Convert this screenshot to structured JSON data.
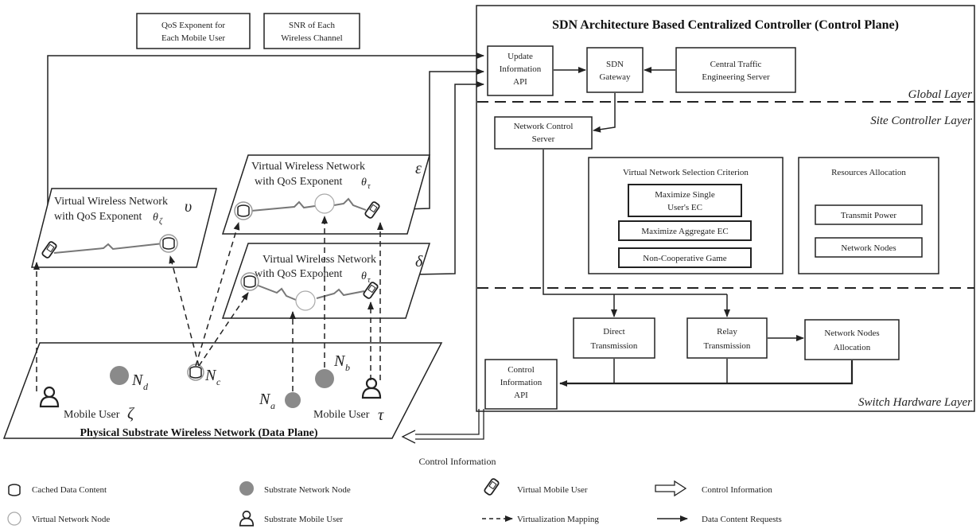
{
  "controller": {
    "title": "SDN Architecture Based Centralized Controller  (Control Plane)",
    "layers": {
      "global": "Global Layer",
      "site": "Site Controller Layer",
      "switch": "Switch Hardware Layer"
    },
    "update_api": [
      "Update",
      "Information",
      "API"
    ],
    "sdn_gateway": [
      "SDN",
      "Gateway"
    ],
    "traffic_server": [
      "Central Traffic",
      "Engineering Server"
    ],
    "network_control": [
      "Network Control",
      "Server"
    ],
    "selection": {
      "title": "Virtual Network Selection Criterion",
      "single": [
        "Maximize Single",
        "User's EC"
      ],
      "aggregate": "Maximize Aggregate EC",
      "game": "Non-Cooperative Game"
    },
    "resources": {
      "title": "Resources Allocation",
      "power": "Transmit Power",
      "nodes": "Network Nodes"
    },
    "direct": [
      "Direct",
      "Transmission"
    ],
    "relay": [
      "Relay",
      "Transmission"
    ],
    "nodes_alloc": [
      "Network Nodes",
      "Allocation"
    ],
    "control_api": [
      "Control",
      "Information",
      "API"
    ]
  },
  "top_boxes": {
    "qos": [
      "QoS Exponent for",
      "Each Mobile User"
    ],
    "snr": [
      "SNR of Each",
      "Wireless Channel"
    ]
  },
  "networks": {
    "upsilon": {
      "line1": "Virtual Wireless Network",
      "sym": "υ",
      "line2": "with QoS Exponent",
      "theta": "θ",
      "sub": "ζ"
    },
    "epsilon": {
      "line1": "Virtual Wireless Network",
      "sym": "ε",
      "line2": "with QoS Exponent",
      "theta": "θ",
      "sub": "τ"
    },
    "delta": {
      "line1": "Virtual Wireless Network",
      "sym": "δ",
      "line2": "with QoS Exponent",
      "theta": "θ",
      "sub": "τ"
    }
  },
  "physical": {
    "title": "Physical Substrate Wireless Network (Data Plane)",
    "user_zeta": "Mobile User",
    "zeta": "ζ",
    "user_tau": "Mobile User",
    "tau": "τ",
    "nodes": {
      "d": "d",
      "c": "c",
      "a": "a",
      "b": "b"
    },
    "N": "N"
  },
  "control_information": "Control Information",
  "legend": [
    {
      "icon": "cached-data-icon",
      "label": "Cached Data Content"
    },
    {
      "icon": "substrate-node-icon",
      "label": "Substrate Network Node"
    },
    {
      "icon": "virtual-mobile-user-icon",
      "label": "Virtual Mobile User"
    },
    {
      "icon": "control-info-arrow-icon",
      "label": "Control Information"
    },
    {
      "icon": "virtual-node-icon",
      "label": "Virtual Network Node"
    },
    {
      "icon": "substrate-mobile-user-icon",
      "label": "Substrate Mobile User"
    },
    {
      "icon": "dashed-arrow-icon",
      "label": "Virtualization Mapping"
    },
    {
      "icon": "solid-arrow-icon",
      "label": "Data Content Requests"
    }
  ],
  "colors": {
    "ink": "#222222",
    "node_gray": "#8a8a8a",
    "link_gray": "#777777"
  }
}
